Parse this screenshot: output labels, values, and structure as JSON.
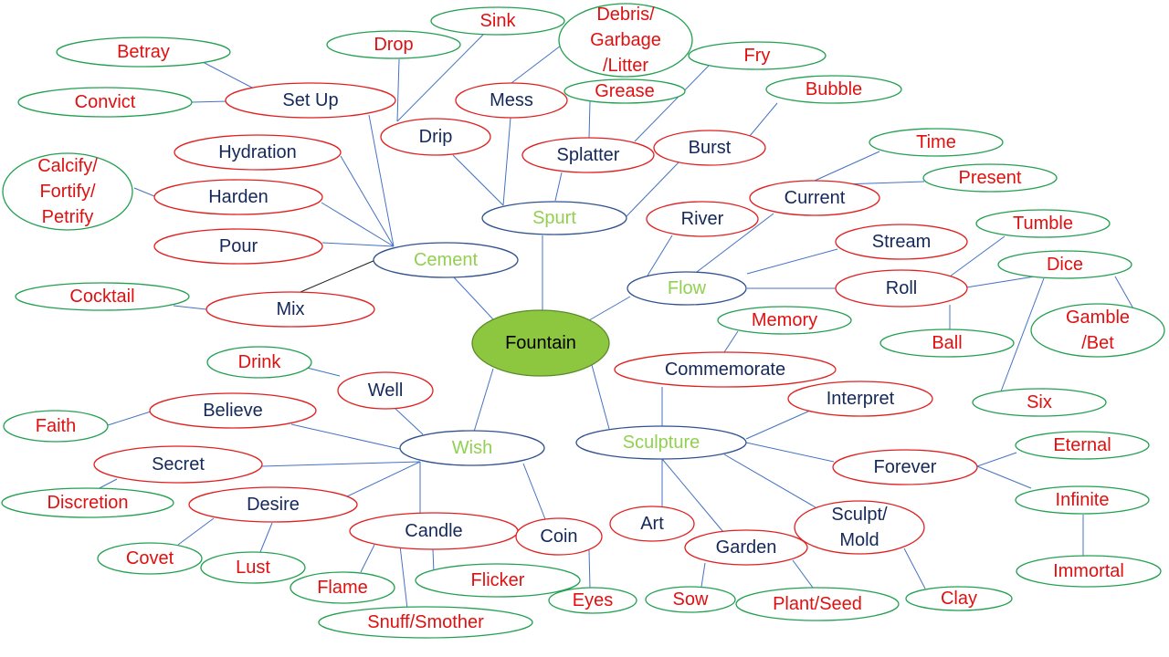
{
  "diagram": {
    "title": "Fountain",
    "colors": {
      "root_fill": "#8DC63F",
      "root_stroke": "#5A8A2A",
      "root_text": "#000000",
      "hub_stroke": "#2F528F",
      "hub_text": "#92D050",
      "branch_stroke": "#E02020",
      "branch_text": "#14285A",
      "leaf_stroke": "#22A050",
      "leaf_text": "#E01010",
      "edge": "#4472C4",
      "edge_dark": "#202020",
      "background": "#FFFFFF"
    },
    "nodes": [
      {
        "id": "fountain",
        "label": "Fountain",
        "level": "root"
      },
      {
        "id": "spurt",
        "label": "Spurt",
        "level": "hub"
      },
      {
        "id": "cement",
        "label": "Cement",
        "level": "hub"
      },
      {
        "id": "flow",
        "label": "Flow",
        "level": "hub"
      },
      {
        "id": "wish",
        "label": "Wish",
        "level": "hub"
      },
      {
        "id": "sculpture",
        "label": "Sculpture",
        "level": "hub"
      },
      {
        "id": "drip",
        "label": "Drip",
        "level": "branch"
      },
      {
        "id": "mess",
        "label": "Mess",
        "level": "branch"
      },
      {
        "id": "splatter",
        "label": "Splatter",
        "level": "branch"
      },
      {
        "id": "burst",
        "label": "Burst",
        "level": "branch"
      },
      {
        "id": "setup",
        "label": "Set Up",
        "level": "branch"
      },
      {
        "id": "hydration",
        "label": "Hydration",
        "level": "branch"
      },
      {
        "id": "harden",
        "label": "Harden",
        "level": "branch"
      },
      {
        "id": "pour",
        "label": "Pour",
        "level": "branch"
      },
      {
        "id": "mix",
        "label": "Mix",
        "level": "branch"
      },
      {
        "id": "river",
        "label": "River",
        "level": "branch"
      },
      {
        "id": "current",
        "label": "Current",
        "level": "branch"
      },
      {
        "id": "stream",
        "label": "Stream",
        "level": "branch"
      },
      {
        "id": "roll",
        "label": "Roll",
        "level": "branch"
      },
      {
        "id": "well",
        "label": "Well",
        "level": "branch"
      },
      {
        "id": "believe",
        "label": "Believe",
        "level": "branch"
      },
      {
        "id": "secret",
        "label": "Secret",
        "level": "branch"
      },
      {
        "id": "desire",
        "label": "Desire",
        "level": "branch"
      },
      {
        "id": "candle",
        "label": "Candle",
        "level": "branch"
      },
      {
        "id": "coin",
        "label": "Coin",
        "level": "branch"
      },
      {
        "id": "commemorate",
        "label": "Commemorate",
        "level": "branch"
      },
      {
        "id": "interpret",
        "label": "Interpret",
        "level": "branch"
      },
      {
        "id": "forever",
        "label": "Forever",
        "level": "branch"
      },
      {
        "id": "sculptmold",
        "label": "Sculpt/\nMold",
        "level": "branch"
      },
      {
        "id": "garden",
        "label": "Garden",
        "level": "branch"
      },
      {
        "id": "art",
        "label": "Art",
        "level": "branch"
      },
      {
        "id": "drop",
        "label": "Drop",
        "level": "leaf"
      },
      {
        "id": "sink",
        "label": "Sink",
        "level": "leaf"
      },
      {
        "id": "debris",
        "label": "Debris/\nGarbage\n/Litter",
        "level": "leaf"
      },
      {
        "id": "grease",
        "label": "Grease",
        "level": "leaf"
      },
      {
        "id": "fry",
        "label": "Fry",
        "level": "leaf"
      },
      {
        "id": "bubble",
        "label": "Bubble",
        "level": "leaf"
      },
      {
        "id": "betray",
        "label": "Betray",
        "level": "leaf"
      },
      {
        "id": "convict",
        "label": "Convict",
        "level": "leaf"
      },
      {
        "id": "calcify",
        "label": "Calcify/\nFortify/\nPetrify",
        "level": "leaf"
      },
      {
        "id": "cocktail",
        "label": "Cocktail",
        "level": "leaf"
      },
      {
        "id": "time",
        "label": "Time",
        "level": "leaf"
      },
      {
        "id": "present",
        "label": "Present",
        "level": "leaf"
      },
      {
        "id": "tumble",
        "label": "Tumble",
        "level": "leaf"
      },
      {
        "id": "dice",
        "label": "Dice",
        "level": "leaf"
      },
      {
        "id": "gamble",
        "label": "Gamble\n/Bet",
        "level": "leaf"
      },
      {
        "id": "ball",
        "label": "Ball",
        "level": "leaf"
      },
      {
        "id": "six",
        "label": "Six",
        "level": "leaf"
      },
      {
        "id": "drink",
        "label": "Drink",
        "level": "leaf"
      },
      {
        "id": "faith",
        "label": "Faith",
        "level": "leaf"
      },
      {
        "id": "discretion",
        "label": "Discretion",
        "level": "leaf"
      },
      {
        "id": "covet",
        "label": "Covet",
        "level": "leaf"
      },
      {
        "id": "lust",
        "label": "Lust",
        "level": "leaf"
      },
      {
        "id": "flame",
        "label": "Flame",
        "level": "leaf"
      },
      {
        "id": "snuff",
        "label": "Snuff/Smother",
        "level": "leaf"
      },
      {
        "id": "flicker",
        "label": "Flicker",
        "level": "leaf"
      },
      {
        "id": "eyes",
        "label": "Eyes",
        "level": "leaf"
      },
      {
        "id": "memory",
        "label": "Memory",
        "level": "leaf"
      },
      {
        "id": "eternal",
        "label": "Eternal",
        "level": "leaf"
      },
      {
        "id": "infinite",
        "label": "Infinite",
        "level": "leaf"
      },
      {
        "id": "immortal",
        "label": "Immortal",
        "level": "leaf"
      },
      {
        "id": "sow",
        "label": "Sow",
        "level": "leaf"
      },
      {
        "id": "plantseed",
        "label": "Plant/Seed",
        "level": "leaf"
      },
      {
        "id": "clay",
        "label": "Clay",
        "level": "leaf"
      }
    ],
    "edges": [
      [
        "fountain",
        "spurt"
      ],
      [
        "fountain",
        "cement"
      ],
      [
        "fountain",
        "flow"
      ],
      [
        "fountain",
        "wish"
      ],
      [
        "fountain",
        "sculpture"
      ],
      [
        "spurt",
        "drip"
      ],
      [
        "spurt",
        "mess"
      ],
      [
        "spurt",
        "splatter"
      ],
      [
        "spurt",
        "burst"
      ],
      [
        "drip",
        "drop"
      ],
      [
        "drip",
        "sink"
      ],
      [
        "mess",
        "debris"
      ],
      [
        "splatter",
        "grease"
      ],
      [
        "splatter",
        "fry"
      ],
      [
        "burst",
        "bubble"
      ],
      [
        "cement",
        "setup"
      ],
      [
        "cement",
        "hydration"
      ],
      [
        "cement",
        "harden"
      ],
      [
        "cement",
        "pour"
      ],
      [
        "cement",
        "mix",
        "dark"
      ],
      [
        "setup",
        "betray"
      ],
      [
        "setup",
        "convict"
      ],
      [
        "harden",
        "calcify"
      ],
      [
        "mix",
        "cocktail"
      ],
      [
        "flow",
        "river"
      ],
      [
        "flow",
        "current"
      ],
      [
        "flow",
        "stream"
      ],
      [
        "flow",
        "roll"
      ],
      [
        "current",
        "time"
      ],
      [
        "current",
        "present"
      ],
      [
        "roll",
        "tumble"
      ],
      [
        "roll",
        "dice"
      ],
      [
        "roll",
        "ball"
      ],
      [
        "dice",
        "gamble"
      ],
      [
        "dice",
        "six"
      ],
      [
        "wish",
        "well"
      ],
      [
        "wish",
        "believe"
      ],
      [
        "wish",
        "secret"
      ],
      [
        "wish",
        "desire"
      ],
      [
        "wish",
        "candle"
      ],
      [
        "wish",
        "coin"
      ],
      [
        "well",
        "drink"
      ],
      [
        "believe",
        "faith"
      ],
      [
        "secret",
        "discretion"
      ],
      [
        "desire",
        "covet"
      ],
      [
        "desire",
        "lust"
      ],
      [
        "candle",
        "flame"
      ],
      [
        "candle",
        "snuff"
      ],
      [
        "candle",
        "flicker"
      ],
      [
        "coin",
        "eyes"
      ],
      [
        "sculpture",
        "commemorate"
      ],
      [
        "sculpture",
        "interpret"
      ],
      [
        "sculpture",
        "forever"
      ],
      [
        "sculpture",
        "sculptmold"
      ],
      [
        "sculpture",
        "garden"
      ],
      [
        "sculpture",
        "art"
      ],
      [
        "commemorate",
        "memory"
      ],
      [
        "forever",
        "eternal"
      ],
      [
        "forever",
        "infinite"
      ],
      [
        "infinite",
        "immortal"
      ],
      [
        "garden",
        "sow"
      ],
      [
        "garden",
        "plantseed"
      ],
      [
        "sculptmold",
        "clay"
      ]
    ]
  }
}
